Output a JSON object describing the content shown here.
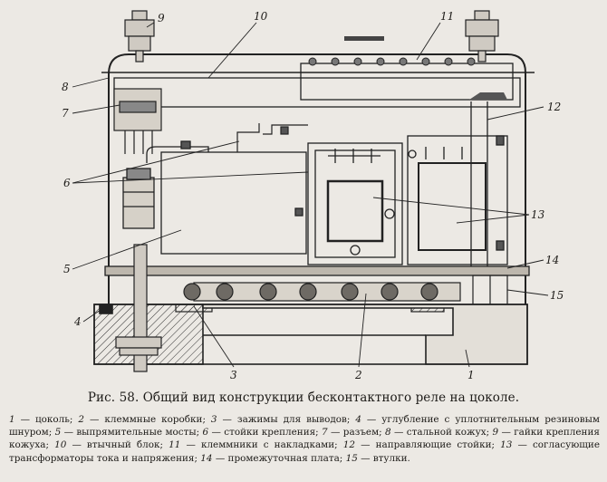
{
  "callouts": {
    "c1": "1",
    "c2": "2",
    "c3": "3",
    "c4": "4",
    "c5": "5",
    "c6": "6",
    "c7": "7",
    "c8": "8",
    "c9": "9",
    "c10": "10",
    "c11": "11",
    "c12": "12",
    "c13": "13",
    "c14": "14",
    "c15": "15"
  },
  "caption": {
    "figure": "Рис. 58.",
    "title": "Общий вид конструкции бесконтактного реле на цоколе."
  },
  "legend": [
    {
      "num": "1",
      "text": "— цоколь; "
    },
    {
      "num": "2",
      "text": "— клеммные коробки; "
    },
    {
      "num": "3",
      "text": "— зажимы для выводов; "
    },
    {
      "num": "4",
      "text": "— углубление с уплотнительным резиновым шнуром; "
    },
    {
      "num": "5",
      "text": "— выпрямительные мосты; "
    },
    {
      "num": "6",
      "text": "— стойки крепления; "
    },
    {
      "num": "7",
      "text": "— разъем; "
    },
    {
      "num": "8",
      "text": "— стальной кожух; "
    },
    {
      "num": "9",
      "text": "— гайки крепления кожуха; "
    },
    {
      "num": "10",
      "text": "— втычный блок; "
    },
    {
      "num": "11",
      "text": "— клеммники с накладками; "
    },
    {
      "num": "12",
      "text": "— направляющие стойки; "
    },
    {
      "num": "13",
      "text": "— согласующие трансформаторы тока и напряжения; "
    },
    {
      "num": "14",
      "text": "— промежуточная плата; "
    },
    {
      "num": "15",
      "text": "— втулки."
    }
  ]
}
